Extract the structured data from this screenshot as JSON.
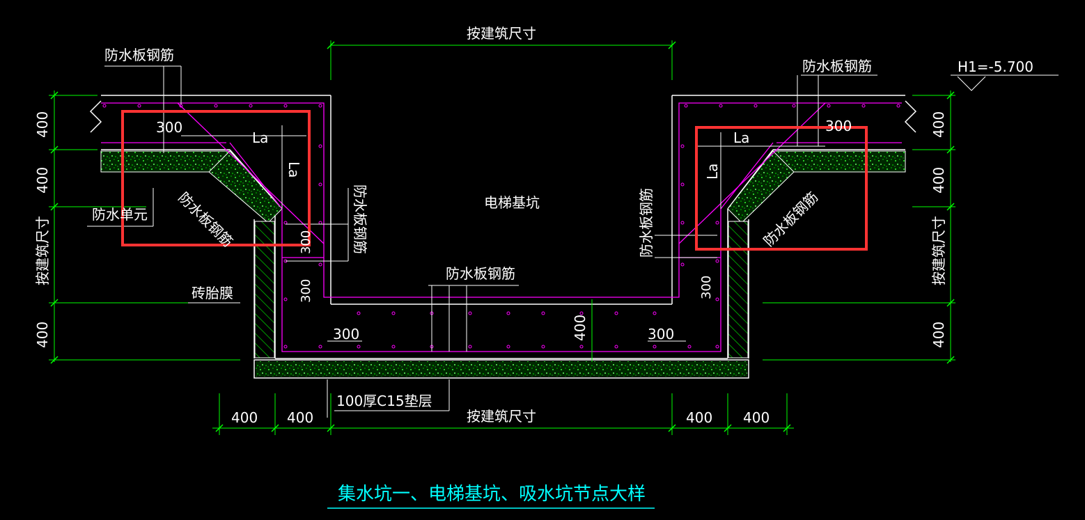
{
  "colors": {
    "background": "#000000",
    "outline": "#ffffff",
    "rebar": "#ff00ff",
    "dimension": "#00ff00",
    "concrete_fill": "#00c000",
    "hatch": "#00ff00",
    "highlight": "#ff3333",
    "title": "#00ffff"
  },
  "labels": {
    "top_dimension": "按建筑尺寸",
    "bottom_dimension": "按建筑尺寸",
    "pit_name": "电梯基坑",
    "elevation": "H1=-5.700",
    "brick_mold": "砖胎膜",
    "cushion": "100厚C15垫层",
    "waterproof_unit": "防水单元",
    "rebar_top_left": "防水板钢筋",
    "rebar_top_right": "防水板钢筋",
    "rebar_bottom": "防水板钢筋",
    "rebar_diag_left": "防水板钢筋",
    "rebar_diag_right": "防水板钢筋",
    "rebar_vert_left": "防水板钢筋",
    "rebar_vert_right": "防水板钢筋",
    "la_left_h": "La",
    "la_left_v": "La",
    "la_right_h": "La",
    "la_right_v": "La",
    "dim_300_left_top": "300",
    "dim_300_left_wall": "300",
    "dim_300_left_wall2": "300",
    "dim_300_left_bottom": "300",
    "dim_300_right_top": "300",
    "dim_300_right_wall": "300",
    "dim_300_right_bottom": "300",
    "dim_400_pit_floor": "400",
    "left_dims": [
      "400",
      "400",
      "按建筑尺寸",
      "400"
    ],
    "right_dims": [
      "400",
      "400",
      "按建筑尺寸",
      "400"
    ],
    "bottom_dims": [
      "400",
      "400",
      "400",
      "400"
    ],
    "title": "集水坑一、电梯基坑、吸水坑节点大样"
  }
}
